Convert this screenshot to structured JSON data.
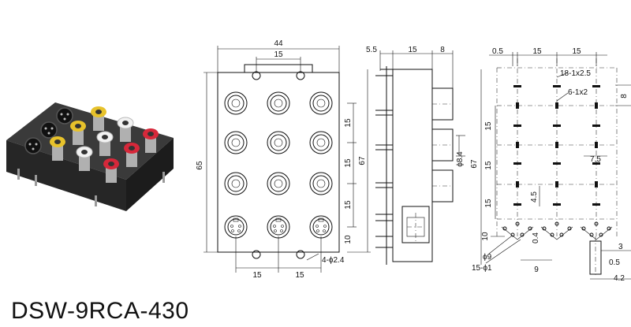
{
  "model_name": "DSW-9RCA-430",
  "front_view": {
    "dims": {
      "overall_width": "44",
      "top_hole_pitch": "15",
      "height": "65",
      "pitch_inner": "67",
      "row_pitch_1": "15",
      "row_pitch_2": "15",
      "row_pitch_3": "15",
      "bottom_offset": "10",
      "mount_holes": "4-ϕ2.4",
      "col_pitch_1": "15",
      "col_pitch_2": "15"
    }
  },
  "side_view": {
    "dims": {
      "front_gap": "5.5",
      "body_depth": "15",
      "jack_depth": "8",
      "jack_diameter": "ϕ8.4",
      "height": "67"
    }
  },
  "pcb_view": {
    "dims": {
      "offset": "0.5",
      "col_pitch_1": "15",
      "col_pitch_2": "15",
      "slot_a": "18-1x2.5",
      "slot_b": "6-1x2",
      "top_offset": "8",
      "row_pitch_1": "15",
      "row_pitch_2": "15",
      "row_pitch_3": "15",
      "slot_gap": "7.5",
      "pin_gap": "4.5",
      "bottom_offset": "10",
      "pin_offset": "0.4",
      "hole_big": "ϕ9",
      "hole_small": "15-ϕ1",
      "hole_pitch": "9",
      "right_a": "3",
      "right_b": "0.5",
      "right_c": "4.2"
    }
  },
  "colors": {
    "jack_yellow": "#e7c22b",
    "jack_white": "#f2f2f2",
    "jack_red": "#d6283a",
    "housing": "#2b2b2b",
    "line": "#111111"
  }
}
